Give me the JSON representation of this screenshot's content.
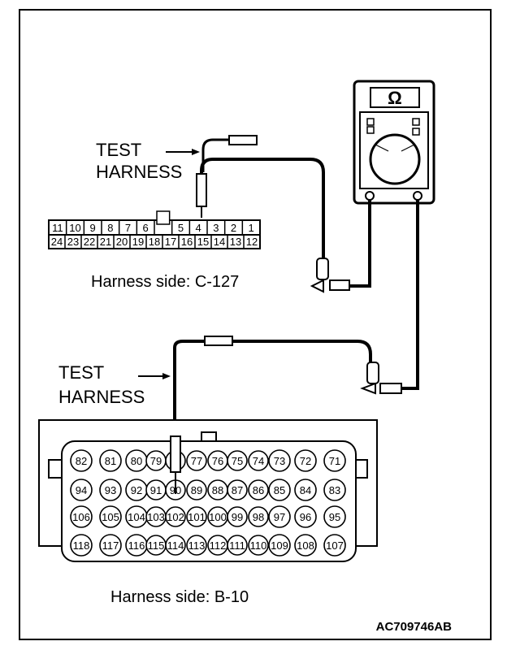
{
  "test_harness_label_line1": "TEST",
  "test_harness_label_line2": "HARNESS",
  "meter_symbol": "Ω",
  "connector_c127": {
    "caption": "Harness side: C-127",
    "top_row": [
      "11",
      "10",
      "9",
      "8",
      "7",
      "6",
      "",
      "5",
      "4",
      "3",
      "2",
      "1"
    ],
    "bottom_row": [
      "24",
      "23",
      "22",
      "21",
      "20",
      "19",
      "18",
      "17",
      "16",
      "15",
      "14",
      "13",
      "12"
    ]
  },
  "connector_b10": {
    "caption": "Harness side: B-10",
    "rows": [
      [
        "82",
        "81",
        "80",
        "79",
        "78",
        "77",
        "76",
        "75",
        "74",
        "73",
        "72",
        "71"
      ],
      [
        "94",
        "93",
        "92",
        "91",
        "90",
        "89",
        "88",
        "87",
        "86",
        "85",
        "84",
        "83"
      ],
      [
        "106",
        "105",
        "104",
        "103",
        "102",
        "101",
        "100",
        "99",
        "98",
        "97",
        "96",
        "95"
      ],
      [
        "118",
        "117",
        "116",
        "115",
        "114",
        "113",
        "112",
        "111",
        "110",
        "109",
        "108",
        "107"
      ]
    ]
  },
  "figure_code": "AC709746AB"
}
